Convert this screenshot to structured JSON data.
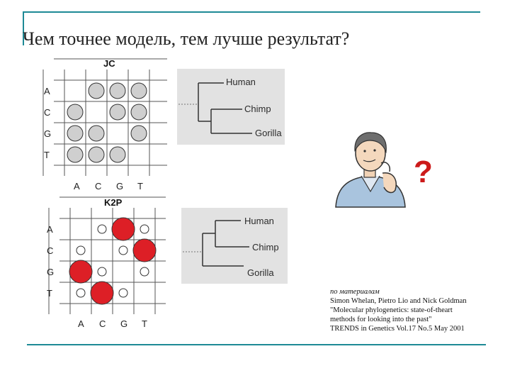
{
  "title": "Чем точнее модель, тем лучше  результат?",
  "colors": {
    "accent_line": "#1e8a96",
    "circle_gray": "#cfcfcf",
    "circle_red": "#dd1f26",
    "question": "#cc1a1a"
  },
  "matrices": [
    {
      "title": "JC",
      "rows": [
        "A",
        "C",
        "G",
        "T"
      ],
      "cols": [
        "A",
        "C",
        "G",
        "T"
      ],
      "cells": [
        [
          "none",
          "gray",
          "gray",
          "gray"
        ],
        [
          "gray",
          "none",
          "gray",
          "gray"
        ],
        [
          "gray",
          "gray",
          "none",
          "gray"
        ],
        [
          "gray",
          "gray",
          "gray",
          "none"
        ]
      ]
    },
    {
      "title": "K2P",
      "rows": [
        "A",
        "C",
        "G",
        "T"
      ],
      "cols": [
        "A",
        "C",
        "G",
        "T"
      ],
      "cells": [
        [
          "none",
          "small",
          "red",
          "small"
        ],
        [
          "small",
          "none",
          "small",
          "red"
        ],
        [
          "red",
          "small",
          "none",
          "small"
        ],
        [
          "small",
          "red",
          "small",
          "none"
        ]
      ]
    }
  ],
  "trees": [
    {
      "labels": [
        "Human",
        "Chimp",
        "Gorilla"
      ]
    },
    {
      "labels": [
        "Human",
        "Chimp",
        "Gorilla"
      ]
    }
  ],
  "question_mark": "?",
  "citation": {
    "prefix": "по материалам",
    "lines": [
      "Simon Whelan, Pietro Lio and Nick Goldman",
      "\"Molecular phylogenetics: state-of-theart",
      "methods for looking into the past\"",
      "TRENDS in Genetics Vol.17 No.5 May 2001"
    ]
  }
}
